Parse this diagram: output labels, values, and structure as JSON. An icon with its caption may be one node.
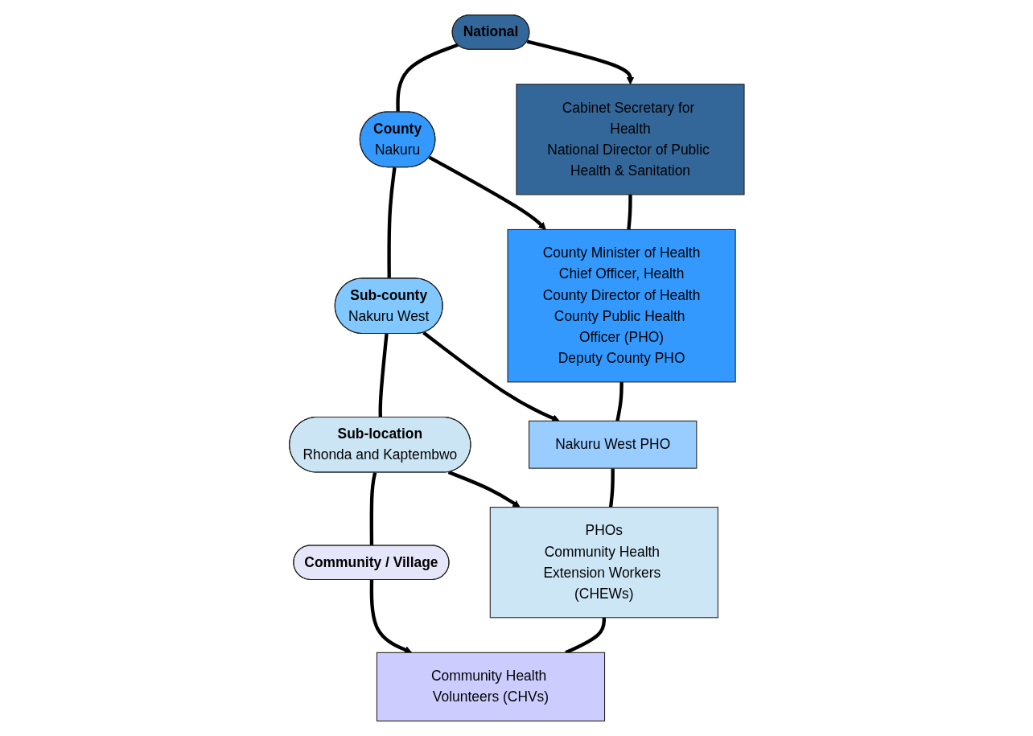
{
  "diagram": {
    "nodes": [
      {
        "text": [
          "National"
        ]
      },
      {
        "text": [
          "Cabinet Secretary for Health",
          "National Director of Public Health & Sanitation"
        ]
      },
      {
        "text": [
          "County",
          "Nakuru"
        ]
      },
      {
        "text": [
          "County Minister of Health",
          "Chief Officer, Health",
          "County Director of Health",
          "County Public Health Officer (PHO)",
          "Deputy County PHO"
        ]
      },
      {
        "text": [
          "Sub-county",
          "Nakuru West"
        ]
      },
      {
        "text": [
          "Nakuru West PHO"
        ]
      },
      {
        "text": [
          "Sub-location",
          "Rhonda and Kaptembwo"
        ]
      },
      {
        "text": [
          "PHOs",
          "Community Health Extension Workers (CHEWs)"
        ]
      },
      {
        "text": [
          "Community / Village"
        ]
      },
      {
        "text": [
          "Community Health Volunteers (CHVs)"
        ]
      }
    ],
    "edges": [
      {
        "from": 0,
        "to": 1,
        "arrow": "to"
      },
      {
        "from": 2,
        "to": 3,
        "arrow": "to"
      },
      {
        "from": 4,
        "to": 5,
        "arrow": "to"
      },
      {
        "from": 6,
        "to": 7,
        "arrow": "to"
      },
      {
        "from": 8,
        "to": 9,
        "arrow": "to"
      },
      {
        "from": 0,
        "to": 2,
        "arrow": "none"
      },
      {
        "from": 2,
        "to": 4,
        "arrow": "none"
      },
      {
        "from": 4,
        "to": 6,
        "arrow": "none"
      },
      {
        "from": 6,
        "to": 8,
        "arrow": "none"
      },
      {
        "from": 1,
        "to": 3,
        "arrow": "none"
      },
      {
        "from": 3,
        "to": 5,
        "arrow": "none"
      },
      {
        "from": 5,
        "to": 7,
        "arrow": "none"
      },
      {
        "from": 7,
        "to": 9,
        "arrow": "none"
      }
    ]
  }
}
